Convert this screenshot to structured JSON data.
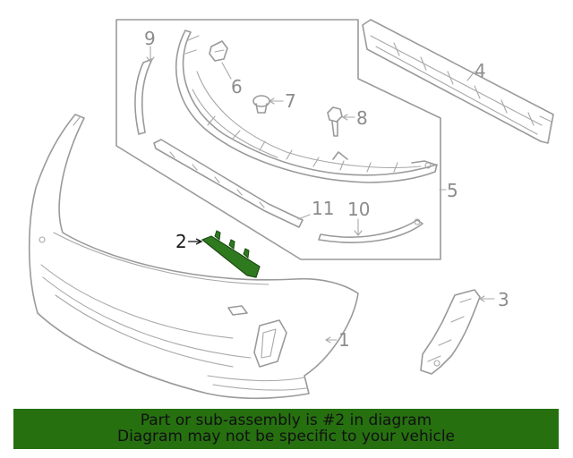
{
  "callouts": {
    "c1": "1",
    "c2": "2",
    "c3": "3",
    "c4": "4",
    "c5": "5",
    "c6": "6",
    "c7": "7",
    "c8": "8",
    "c9": "9",
    "c10": "10",
    "c11": "11"
  },
  "highlight_color": "#2f7a1f",
  "banner": {
    "line1": "Part or sub-assembly is #2 in diagram",
    "line2": "Diagram may not be specific to your vehicle",
    "background": "#267010"
  }
}
